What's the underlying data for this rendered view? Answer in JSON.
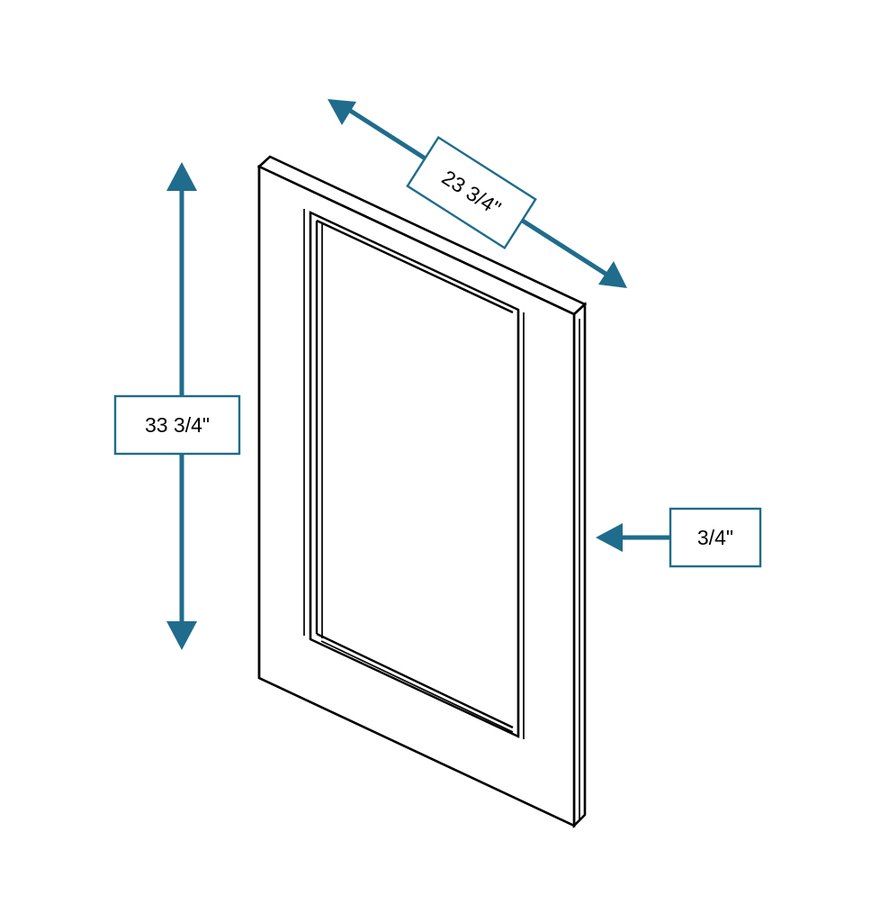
{
  "drawing": {
    "subject": "shaker-style cabinet door panel",
    "projection": "isometric",
    "background_color": "#FFFFFF",
    "line_color": "#000000",
    "dimension_color": "#1F6C8C",
    "callout_fill": "#FFFFFF"
  },
  "dimensions": {
    "width": {
      "label": "23 3/4\"",
      "name": "width-dimension",
      "orientation": "diagonal",
      "arrow_style": "double-headed"
    },
    "height": {
      "label": "33 3/4\"",
      "name": "height-dimension",
      "orientation": "vertical",
      "arrow_style": "double-headed"
    },
    "thickness": {
      "label": "3/4\"",
      "name": "thickness-dimension",
      "orientation": "horizontal",
      "arrow_style": "single-headed"
    }
  }
}
